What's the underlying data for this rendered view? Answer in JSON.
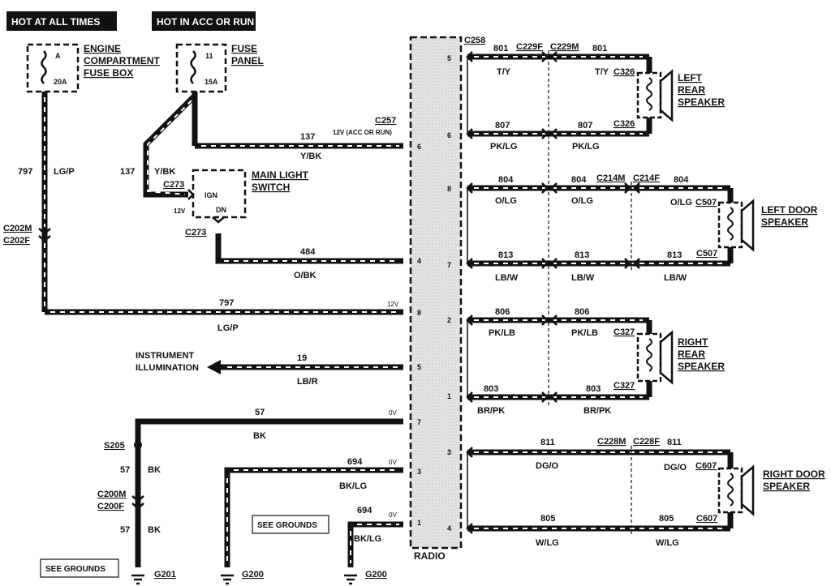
{
  "headers": {
    "hot_all": "HOT AT ALL TIMES",
    "hot_acc": "HOT IN ACC OR RUN"
  },
  "engine_fuse_box": {
    "label_lines": [
      "ENGINE",
      "COMPARTMENT",
      "FUSE BOX"
    ],
    "fuse_id": "A",
    "fuse_rating": "20A"
  },
  "fuse_panel": {
    "label_lines": [
      "FUSE",
      "PANEL"
    ],
    "fuse_id": "11",
    "fuse_rating": "15A"
  },
  "main_light_switch": {
    "label_lines": [
      "MAIN LIGHT",
      "SWITCH"
    ],
    "ign": "IGN",
    "dn": "DN",
    "v12": "12V",
    "c273_top": "C273",
    "c273_bottom": "C273"
  },
  "radio": {
    "label": "RADIO",
    "c258": "C258",
    "c257": "C257",
    "c257_note": "12V (ACC OR RUN)"
  },
  "left_wires": {
    "w797_num": "797",
    "w797_color": "LG/P",
    "c202m": "C202M",
    "c202f": "C202F",
    "w137_num_top": "137",
    "w137_color_top": "Y/BK",
    "w137_num_side": "137",
    "w137_color_side": "Y/BK",
    "w484_num": "484",
    "w484_color": "O/BK",
    "w797b_num": "797",
    "w797b_color": "LG/P",
    "v12_label": "12V",
    "instrument_line1": "INSTRUMENT",
    "instrument_line2": "ILLUMINATION",
    "w19_num": "19",
    "w19_color": "LB/R",
    "w57_num": "57",
    "w57_color": "BK",
    "ov1": "0V",
    "s205": "S205",
    "w57b_num": "57",
    "w57b_color": "BK",
    "c200m": "C200M",
    "c200f": "C200F",
    "w57c_num": "57",
    "w57c_color": "BK",
    "w694_num": "694",
    "w694_color": "BK/LG",
    "ov2": "0V",
    "w694b_num": "694",
    "w694b_color": "BK/LG",
    "ov3": "0V",
    "see_grounds_1": "SEE GROUNDS",
    "see_grounds_2": "SEE GROUNDS",
    "g201": "G201",
    "g200a": "G200",
    "g200b": "G200"
  },
  "pins_left": [
    "6",
    "4",
    "8",
    "5",
    "7",
    "3",
    "1"
  ],
  "pins_right": [
    "5",
    "6",
    "8",
    "7",
    "2",
    "1",
    "3",
    "4"
  ],
  "right_wires": {
    "w801a": "801",
    "c229f": "C229F",
    "c229m": "C229M",
    "w801b": "801",
    "ty1": "T/Y",
    "ty2": "T/Y",
    "c326a": "C326",
    "w807a": "807",
    "w807b": "807",
    "c326b": "C326",
    "pklg1": "PK/LG",
    "pklg2": "PK/LG",
    "w804a": "804",
    "w804b": "804",
    "c214m": "C214M",
    "c214f": "C214F",
    "w804c": "804",
    "olg1": "O/LG",
    "olg2": "O/LG",
    "olg3": "O/LG",
    "c507a": "C507",
    "w813a": "813",
    "w813b": "813",
    "w813c": "813",
    "c507b": "C507",
    "lbw1": "LB/W",
    "lbw2": "LB/W",
    "lbw3": "LB/W",
    "w806a": "806",
    "w806b": "806",
    "c327a": "C327",
    "pklb1": "PK/LB",
    "pklb2": "PK/LB",
    "w803a": "803",
    "w803b": "803",
    "c327b": "C327",
    "brpk1": "BR/PK",
    "brpk2": "BR/PK",
    "w811a": "811",
    "c228m": "C228M",
    "c228f": "C228F",
    "w811b": "811",
    "dgo1": "DG/O",
    "dgo2": "DG/O",
    "c607a": "C607",
    "w805a": "805",
    "w805b": "805",
    "c607b": "C607",
    "wlg1": "W/LG",
    "wlg2": "W/LG"
  },
  "speakers": {
    "left_rear": [
      "LEFT",
      "REAR",
      "SPEAKER"
    ],
    "left_door": [
      "LEFT DOOR",
      "SPEAKER"
    ],
    "right_rear": [
      "RIGHT",
      "REAR",
      "SPEAKER"
    ],
    "right_door": [
      "RIGHT DOOR",
      "SPEAKER"
    ]
  }
}
